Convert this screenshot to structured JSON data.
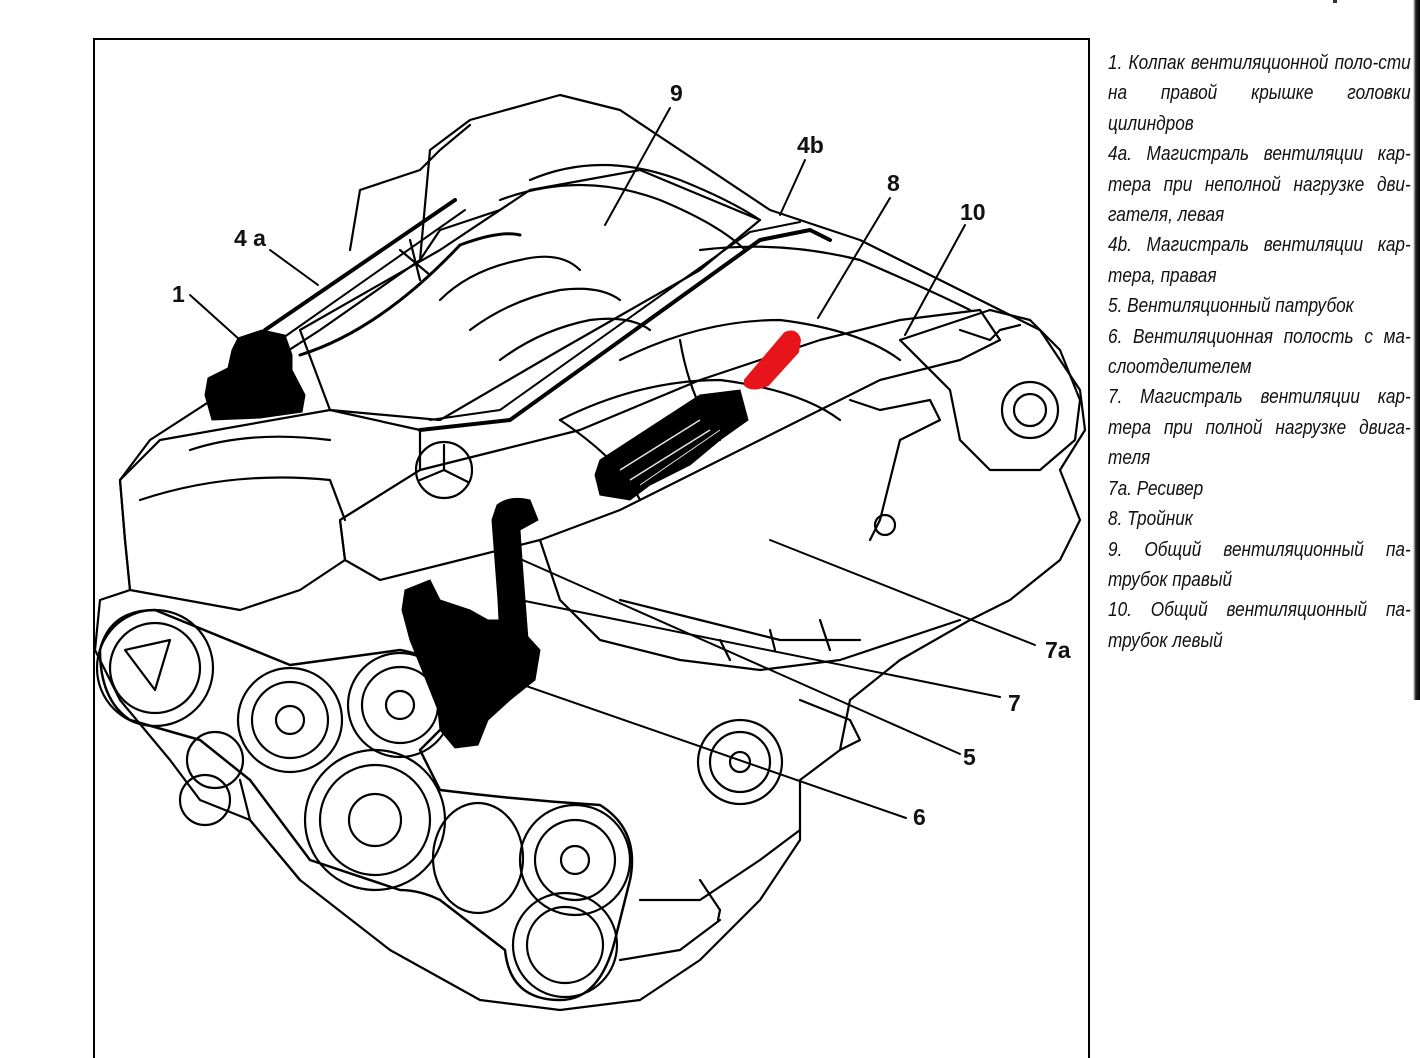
{
  "figure": {
    "callouts": [
      {
        "id": "1",
        "label": "1"
      },
      {
        "id": "4a",
        "label": "4 a"
      },
      {
        "id": "9",
        "label": "9"
      },
      {
        "id": "4b",
        "label": "4b"
      },
      {
        "id": "8",
        "label": "8"
      },
      {
        "id": "10",
        "label": "10"
      },
      {
        "id": "7a",
        "label": "7a"
      },
      {
        "id": "7",
        "label": "7"
      },
      {
        "id": "5",
        "label": "5"
      },
      {
        "id": "6",
        "label": "6"
      }
    ],
    "highlight_color": "#e8141b",
    "line_color": "#000000"
  },
  "legend": {
    "items": [
      {
        "id": "1",
        "text": "1. Колпак вентиляционной поло-сти на правой крышке головки цилиндров"
      },
      {
        "id": "4a",
        "text": "4а. Магистраль вентиляции кар-тера при неполной нагрузке дви-гателя, левая"
      },
      {
        "id": "4b",
        "text": "4b. Магистраль вентиляции кар-тера, правая"
      },
      {
        "id": "5",
        "text": "5. Вентиляционный патрубок"
      },
      {
        "id": "6",
        "text": "6. Вентиляционная полость с ма-слоотделителем"
      },
      {
        "id": "7",
        "text": "7. Магистраль вентиляции кар-тера при полной нагрузке двига-теля"
      },
      {
        "id": "7a",
        "text": "7а. Ресивер"
      },
      {
        "id": "8",
        "text": "8. Тройник"
      },
      {
        "id": "9",
        "text": "9. Общий вентиляционный па-трубок правый"
      },
      {
        "id": "10",
        "text": "10. Общий вентиляционный па-трубок левый"
      }
    ]
  }
}
